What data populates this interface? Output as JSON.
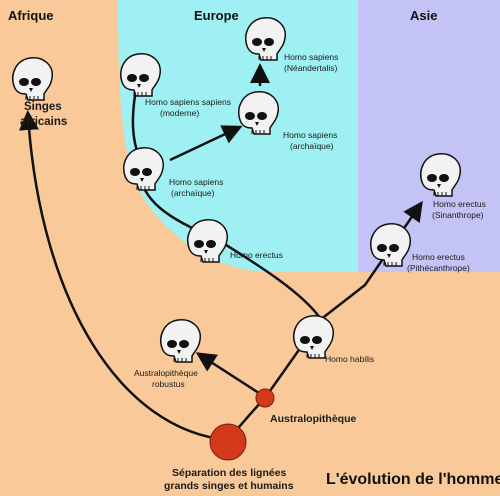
{
  "regions": {
    "africa": "Afrique",
    "europe": "Europe",
    "asia": "Asie"
  },
  "title": "L'évolution de l'homme",
  "nodes": {
    "singes": [
      "Singes",
      "africains"
    ],
    "sapiens_moderne": [
      "Homo sapiens sapiens",
      "(moderne)"
    ],
    "neandertal": [
      "Homo sapiens",
      "(Néandertalis)"
    ],
    "archaique_europe": [
      "Homo sapiens",
      "(archaïque)"
    ],
    "archaique_afrique": [
      "Homo sapiens",
      "(archaïque)"
    ],
    "erectus_afrique": [
      "Homo erectus"
    ],
    "erectus_sinanthrope": [
      "Homo erectus",
      "(Sinanthrope)"
    ],
    "erectus_pithecanthrope": [
      "Homo erectus",
      "(Pithécanthrope)"
    ],
    "habilis": [
      "Homo habilis"
    ],
    "australo_robustus": [
      "Australopithèque",
      "robustus"
    ],
    "australopitheque": [
      "Australopithèque"
    ],
    "separation": [
      "Séparation des lignées",
      "grands singes et humains"
    ]
  },
  "colors": {
    "africa": "#f9c99a",
    "europe": "#9ff0f2",
    "asia": "#c4c3f5",
    "node": "#d43a1a",
    "line": "#111111"
  },
  "icons": [
    "skull-icon"
  ]
}
